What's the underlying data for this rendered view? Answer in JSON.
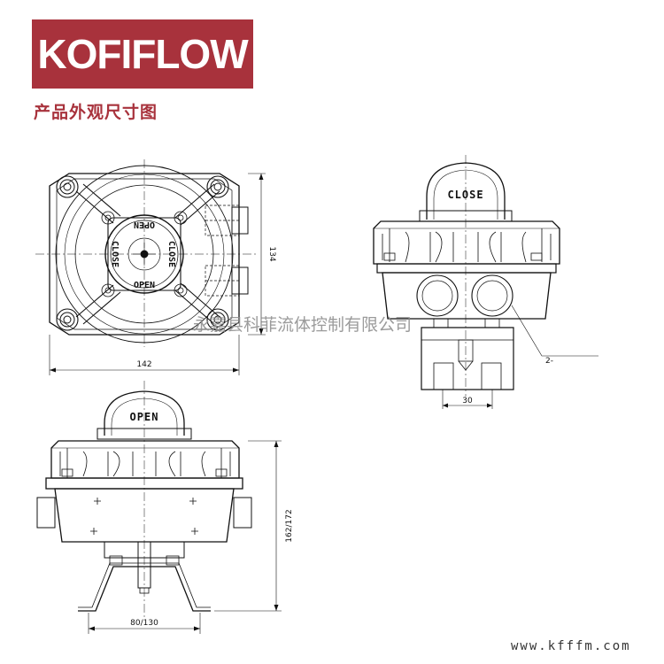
{
  "brand": {
    "logo_text": "KOFIFLOW",
    "accent_color": "#a8323c"
  },
  "header": {
    "subtitle": "产品外观尺寸图"
  },
  "top_view": {
    "label_close_left": "CLOSE",
    "label_close_right": "CLOSE",
    "label_open_top": "OPEN",
    "label_open_bottom": "OPEN",
    "dim_width": "142",
    "dim_height": "134"
  },
  "side_view": {
    "dome_label": "CLOSE",
    "port_callout": "2-",
    "dim_bracket": "30"
  },
  "front_view": {
    "dome_label": "OPEN",
    "dim_height": "162/172",
    "dim_bracket": "80/130"
  },
  "watermark": "永嘉县科菲流体控制有限公司",
  "website": "www.kfffm.com"
}
